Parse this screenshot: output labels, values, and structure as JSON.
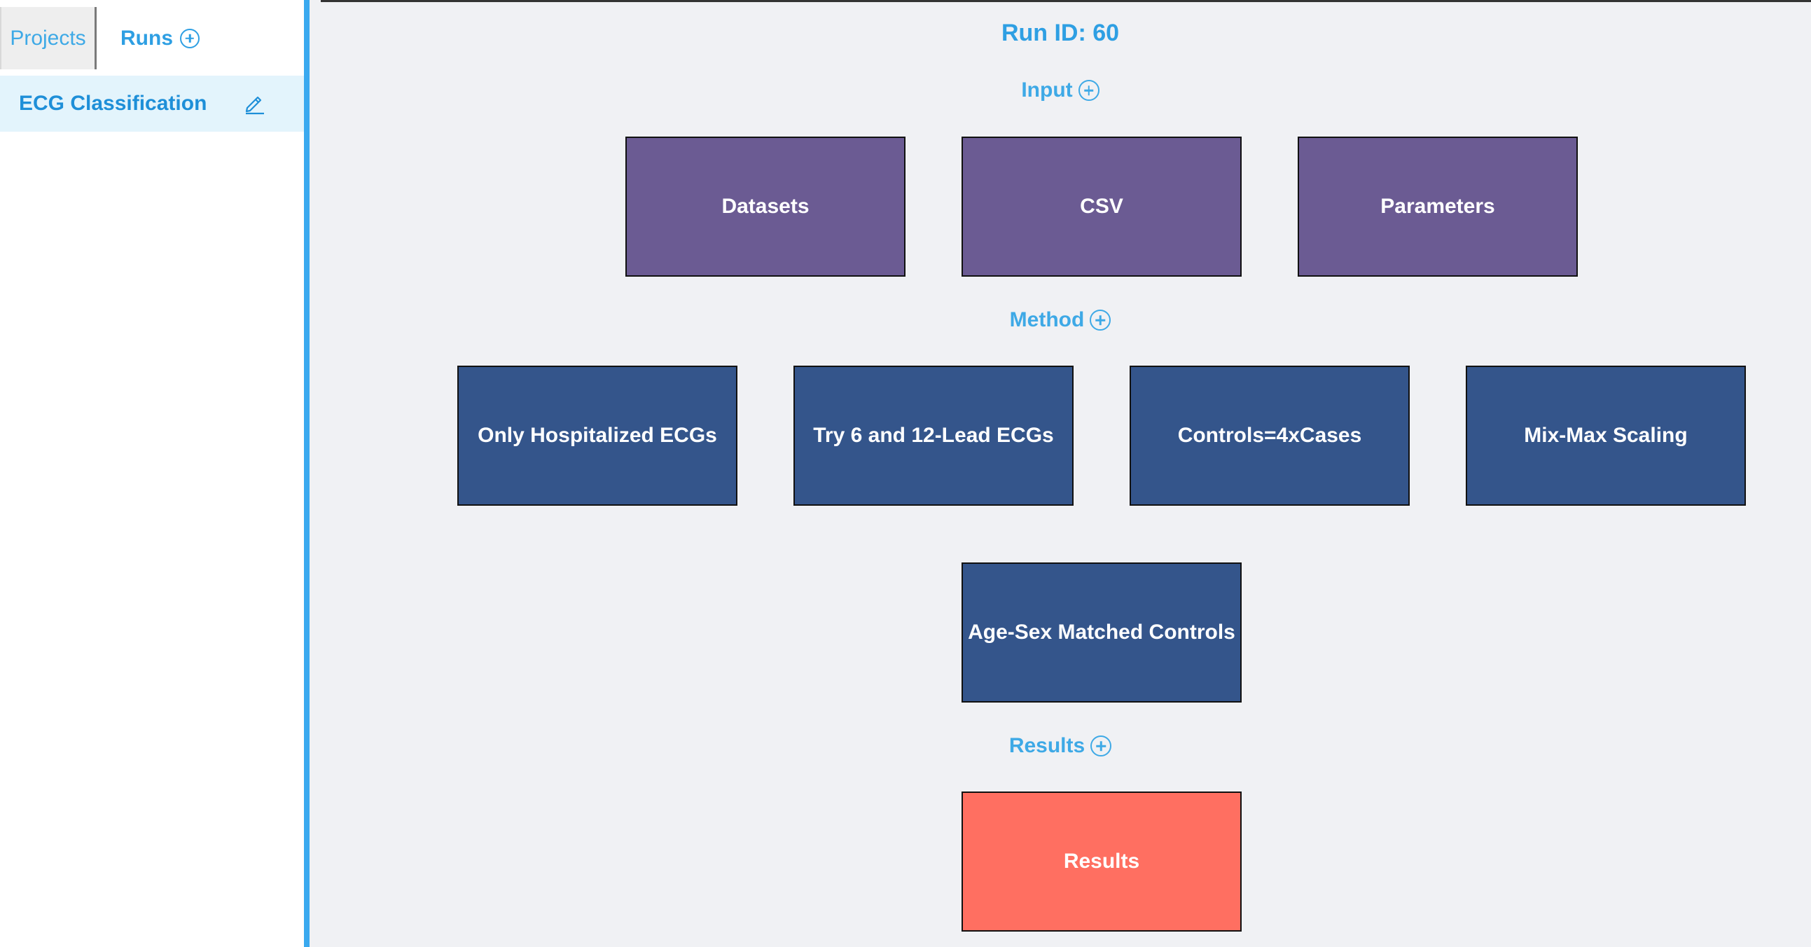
{
  "sidebar": {
    "tabs": {
      "projects_label": "Projects",
      "runs_label": "Runs"
    },
    "project": {
      "label": "ECG Classification"
    }
  },
  "main": {
    "run_title": "Run ID: 60",
    "sections": {
      "input_label": "Input",
      "method_label": "Method",
      "results_label": "Results"
    },
    "input_nodes": [
      "Datasets",
      "CSV",
      "Parameters"
    ],
    "method_nodes": [
      "Only Hospitalized ECGs",
      "Try 6 and 12-Lead ECGs",
      "Controls=4xCases",
      "Mix-Max Scaling",
      "Age-Sex Matched Controls"
    ],
    "result_nodes": [
      "Results"
    ]
  },
  "colors": {
    "accent": "#2e9fe3",
    "input_node": "#6b5b93",
    "method_node": "#34558b",
    "result_node": "#ff6f61",
    "selected_bg": "#e3f4fc"
  }
}
